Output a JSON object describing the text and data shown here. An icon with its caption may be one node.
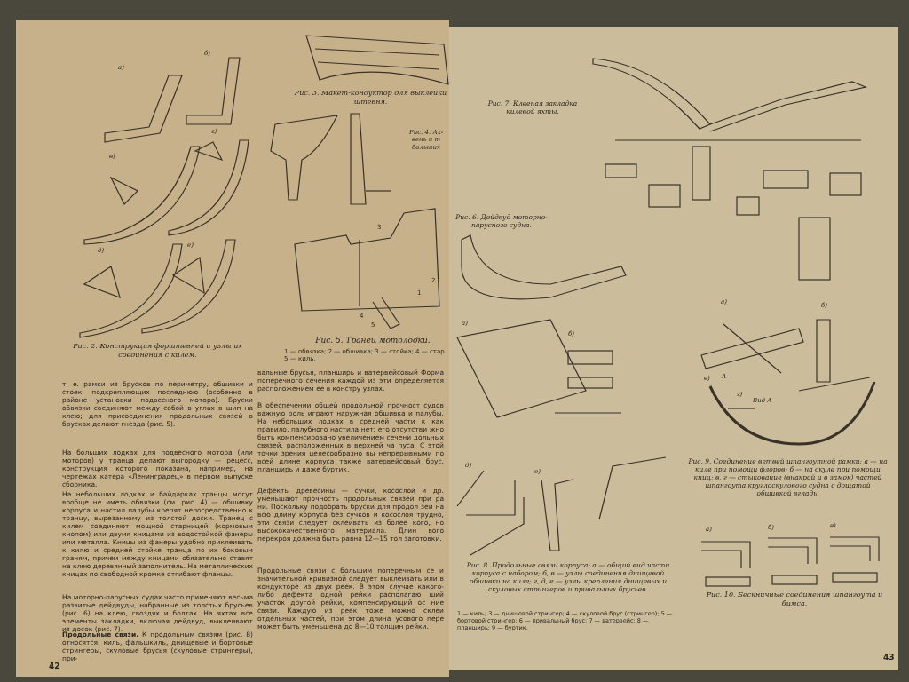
{
  "diagram": {
    "labels": [
      "Рис. 3. Макет-кондуктор для выклейки штевня.",
      "Рис. 4. Ах- вень и т больших",
      "Рис. 2. Конструкция форштевней и узлы их соединения с килем.",
      "Рис. 5. Транец мотолодки.",
      "1 — обвязка; 2 — обшивка; 3 — стойка; 4 — стар 5 — киль.",
      "т. е. рамки из брусков по периметру, обшивки и стоек, подкрепляющих последнюю (особенно в районе установки подвесного мотора). Бруски обвязки соединяют между собой в углах в шип на клею; для присоединения продольных связей в брусках делают гнезда (рис. 5).",
      "На больших лодках для подвесного мотора (или моторов) у транца делают выгородку — рецесс, конструкция которого показана, например, на чертежах катера «Ленинградец» в первом выпуске сборника.",
      "На небольших лодках и байдарках транцы могут вообще не иметь обвязки (см. рис. 4) — обшивку корпуса и настил палубы крепят непосредственно к транцу, вырезанному из толстой доски. Транец с килем соединяют мощной старницей (кормовым кнопом) или двумя кницами из водостойкой фанеры или металла. Кницы из фанеры удобно приклеивать к килю и средней стойке транца по их боковым граням, причем между кницами обязательно ставят на клею деревянный заполнитель. На металлических кницах по свободной кромке отгибают фланцы.",
      "На моторно-парусных судах часто применяют весьма развитые дейдвуды, набранные из толстых брусьев (рис. 6) на клею, гвоздях и болтах. На яхтах все элементы закладки, включая дейдвуд, выклеивают из досок (рис. 7).",
      "**Продольные связи.** К продольным связям (рис. 8) относятся: киль, фальшкиль, днищевые и бортовые стрингеры, скуловые брусья (скуловые стрингеры), при-",
      "вальные брусья, планширь и ватервейсовый Форма поперечного сечения каждой из эти определяется расположением ее в констру узлах.",
      "В обеспечении общей продольной прочност судов важную роль играют наружная обшивка и палубы. На небольших лодках в средней части к как правило, палубного настила нет; его отсутстви жно быть компенсировано увеличением сечени дольных связей, расположенных в верхней ча пуса. С этой точки зрения целесообразно вы непрерывными по всей длине корпуса также ватервейсовый брус, планширь и даже буртик.",
      "Дефекты древесины — сучки, косослой и др. уменьшают прочность продольных связей при ра ни. Поскольку подобрать бруски для продол зей на всю длину корпуса без сучков и косослоя трудно, эти связи следует склеивать из более кого, но высококачественного материала. Длин вого перекроя должна быть равна 12—15 тол заготовки.",
      "Продольные связи с большим поперечным се и значительной кривизной следует выклеивать или в кондукторе из двух реек. В этом случае какого-либо дефекта одной рейки располагаю ший участок другой рейки, компенсирующий ос ние связи. Каждую из реек тоже можно склеи отдельных частей, при этом длина усового пере может быть уменьшена до 8—10 толщин рейки.",
      "42",
      "Рис. 7. Клееная закладка килевой яхты.",
      "Рис. 6. Дейдвуд моторно-парусного судна.",
      "Рис. 9. Соединение ветвей шпангоутной рамки: а — на киле при помощи флоров; б — на скуле при помощи книц; в, г — стыкование (внакрой и в замок) частей шпангоута круглоскулового судна с дощатой обшивкой вгладь.",
      "Рис. 8. Продольные связи корпуса: а — общий вид части корпуса с набором; б, в — узлы соединения днищевой обшивки на киле; г, д, е — узлы крепления днищевых и скуловых стрингеров и привальных брусьев.",
      "1 — киль; 3 — днищевой стрингер; 4 — скуловой брус (стрингер); 5 — бортовой стрингер; 6 — привальный брус; 7 — ватервейс; 8 — планширь; 9 — буртик.",
      "Рис. 10. Бескничные соединения шпангоута и бимса.",
      "43",
      "а)",
      "б)",
      "в)",
      "г)",
      "д)",
      "е)",
      "3",
      "1",
      "2",
      "4",
      "5",
      "а)",
      "б)",
      "д)",
      "е)",
      "а)",
      "б)",
      "А",
      "в)",
      "г)",
      "Вид А",
      "а)",
      "б)",
      "в)"
    ]
  }
}
